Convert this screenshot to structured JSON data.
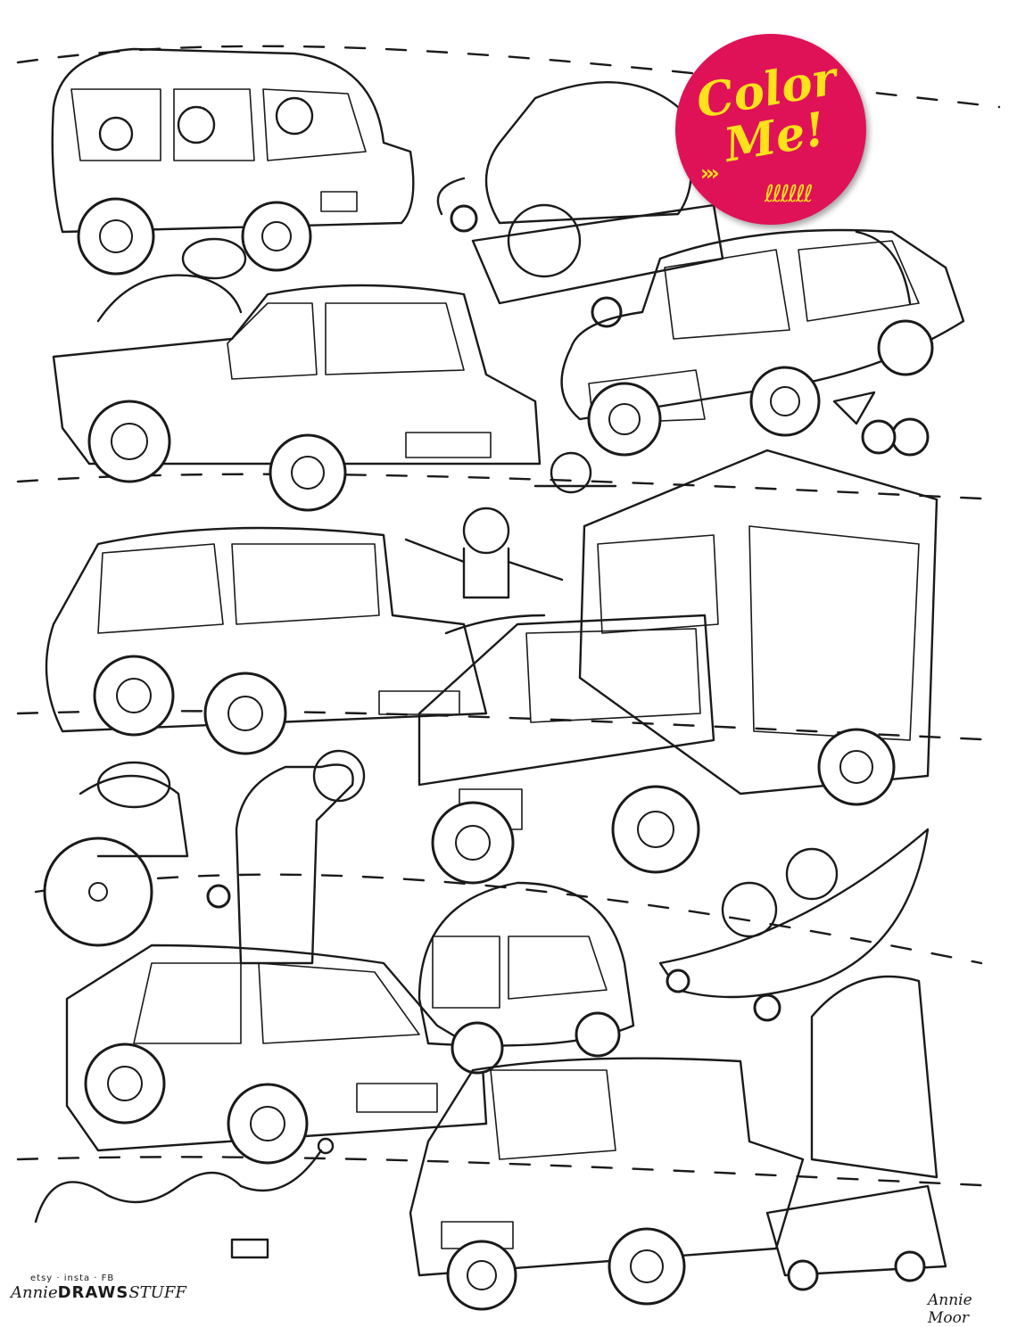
{
  "badge": {
    "text": "Color\nMe!",
    "arrows_glyph": "›››",
    "swirl_glyph": "ℓℓℓℓℓℓ",
    "color": "#e01257",
    "text_color": "#ffe21a"
  },
  "branding": {
    "channels": "etsy · insta · FB",
    "name_part1": "Annie",
    "name_part2": "DRAWS",
    "name_part3": "STUFF"
  },
  "signature": "Annie Moor",
  "illustration": {
    "style": "black-and-white line-art coloring page",
    "subject_icons": [
      "station-wagon-icon",
      "pickup-truck-icon",
      "delivery-truck-icon",
      "wheelchair-icon",
      "boat-cart-icon",
      "bug-car-icon",
      "snake-icon",
      "giraffe-icon",
      "elephant-icon"
    ]
  }
}
